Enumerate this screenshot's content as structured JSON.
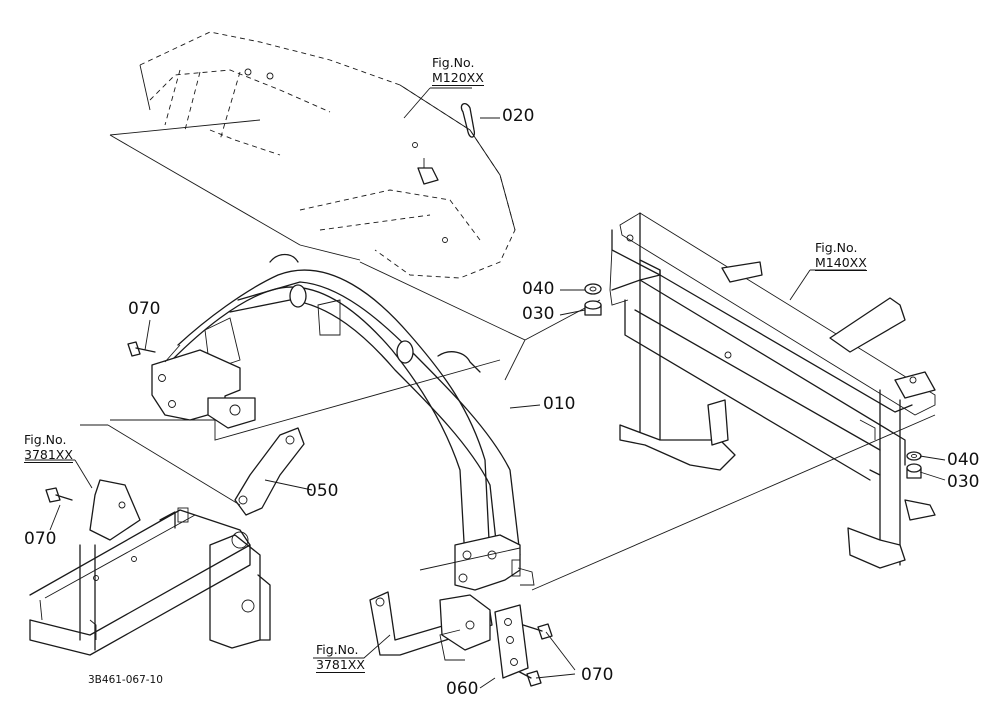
{
  "figure_refs": {
    "top": {
      "line1": "Fig.No.",
      "line2": "M120XX"
    },
    "right": {
      "line1": "Fig.No.",
      "line2": "M140XX"
    },
    "left": {
      "line1": "Fig.No.",
      "line2": "3781XX"
    },
    "bottom": {
      "line1": "Fig.No.",
      "line2": "3781XX"
    }
  },
  "parts": {
    "p010": "010",
    "p020": "020",
    "p030_a": "030",
    "p030_b": "030",
    "p040_a": "040",
    "p040_b": "040",
    "p050": "050",
    "p060": "060",
    "p070_a": "070",
    "p070_b": "070",
    "p070_c": "070"
  },
  "drawing_code": "3B461-067-10"
}
